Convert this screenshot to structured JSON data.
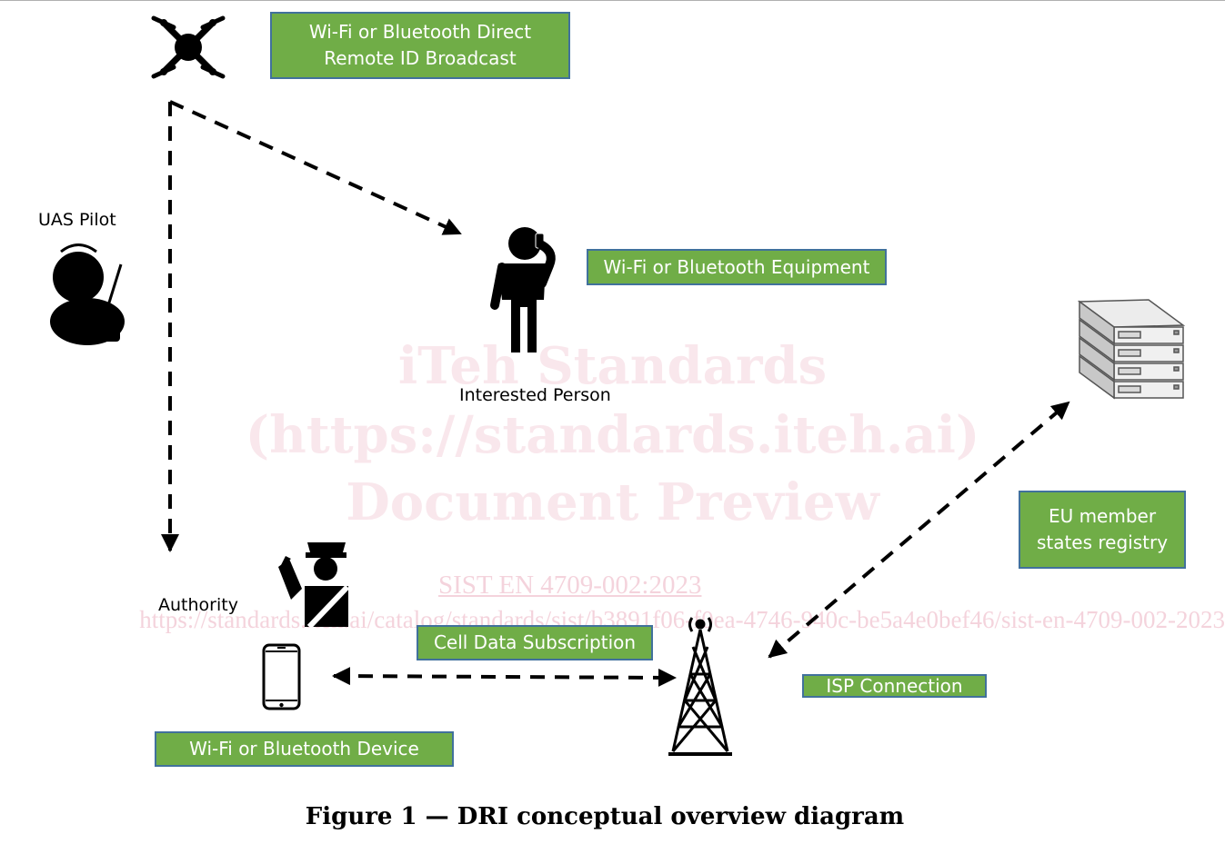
{
  "boxes": {
    "direct_broadcast": {
      "line1": "Wi-Fi or Bluetooth Direct",
      "line2": "Remote ID Broadcast"
    },
    "equipment": "Wi-Fi or Bluetooth Equipment",
    "registry": {
      "line1": "EU member",
      "line2": "states registry"
    },
    "cell_data": "Cell Data Subscription",
    "isp": "ISP Connection",
    "device": "Wi-Fi or Bluetooth Device"
  },
  "labels": {
    "uas_pilot": "UAS Pilot",
    "interested_person": "Interested Person",
    "authority": "Authority"
  },
  "watermark": {
    "line1": "iTeh Standards",
    "line2": "(https://standards.iteh.ai)",
    "line3": "Document Preview",
    "doc_id": "SIST EN 4709-002:2023",
    "url": "https://standards.iteh.ai/catalog/standards/sist/b3891f06-f0ea-4746-940c-be5a4e0bef46/sist-en-4709-002-2023"
  },
  "caption": "Figure 1 — DRI conceptual overview diagram",
  "colors": {
    "box_fill": "#70ad47",
    "box_border": "#41719c",
    "box_text": "#ffffff",
    "watermark": "#dc6e8c"
  },
  "icons": [
    "drone-icon",
    "pilot-icon",
    "person-phone-icon",
    "officer-icon",
    "smartphone-icon",
    "cell-tower-icon",
    "server-rack-icon"
  ]
}
